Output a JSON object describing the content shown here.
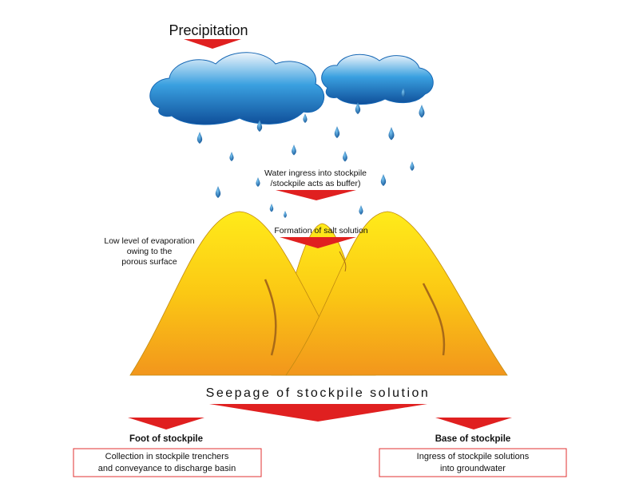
{
  "title": "Precipitation",
  "labels": {
    "water_ingress_line1": "Water ingress into stockpile",
    "water_ingress_line2": "/stockpile acts as buffer)",
    "salt_formation": "Formation of salt solution",
    "evaporation_line1": "Low level of evaporation",
    "evaporation_line2": "owing to the",
    "evaporation_line3": "porous surface",
    "seepage": "Seepage of stockpile solution"
  },
  "outcomes": [
    {
      "heading": "Foot of stockpile",
      "line1": "Collection in stockpile trenchers",
      "line2": "and conveyance to discharge basin"
    },
    {
      "heading": "Base of stockpile",
      "line1": "Ingress of stockpile solutions",
      "line2": "into groundwater"
    }
  ],
  "colors": {
    "arrow": "#e02020",
    "pile_top": "#ffe61a",
    "pile_bottom": "#f29a1a",
    "cloud_top": "#e6f0fa",
    "cloud_bottom": "#1466b4",
    "drop": "#1a7fd0",
    "box_border": "#e03030"
  }
}
